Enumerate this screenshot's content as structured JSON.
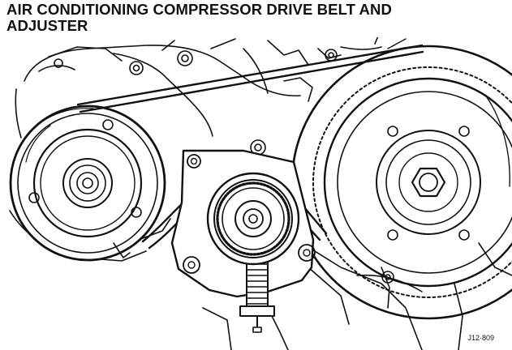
{
  "diagram": {
    "title": "AIR CONDITIONING COMPRESSOR DRIVE BELT AND\nADJUSTER",
    "figure_code": "J12·809"
  },
  "colors": {
    "ink": "#111111",
    "paper": "#ffffff"
  },
  "components": [
    {
      "id": "ac-compressor-pulley",
      "icon": "pulley"
    },
    {
      "id": "belt-tensioner-pulley",
      "icon": "ribbed-pulley"
    },
    {
      "id": "crankshaft-pulley",
      "icon": "toothed-pulley"
    },
    {
      "id": "drive-belt",
      "icon": "belt"
    },
    {
      "id": "adjuster-bracket",
      "icon": "bracket"
    }
  ]
}
